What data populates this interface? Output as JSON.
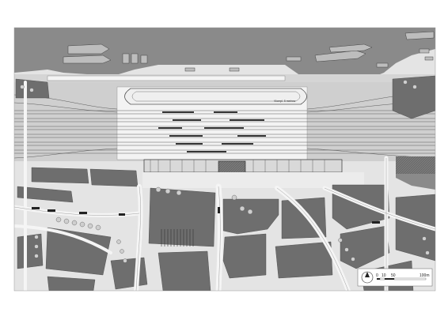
{
  "map": {
    "description_colors": {
      "water": "#8f8f8f",
      "land": "#e6e6e6",
      "block": "#6b6b6b",
      "platform": "#f2f2f2",
      "track": "#555555",
      "station": "#bdbdbd"
    },
    "platform_label": "Vloerpl. 5 metrow",
    "scale_bar": {
      "ticks": [
        "0",
        "10",
        "50",
        "100m"
      ]
    }
  }
}
